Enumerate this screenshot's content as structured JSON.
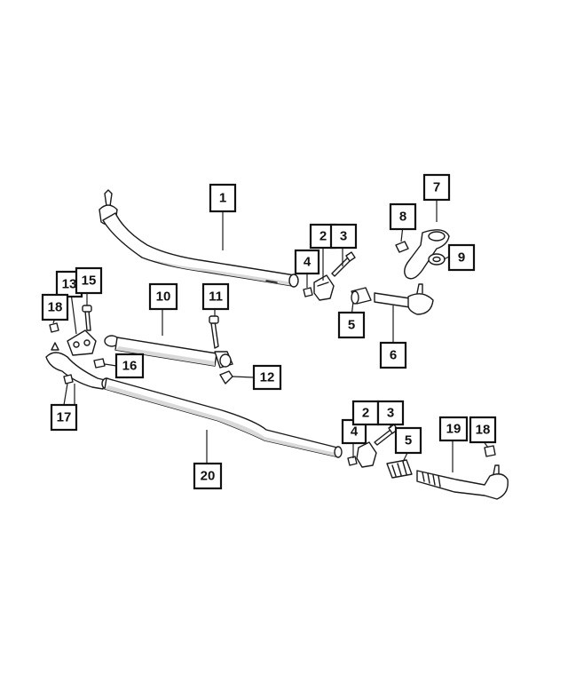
{
  "callouts": [
    {
      "id": "c1",
      "label": "1"
    },
    {
      "id": "c2a",
      "label": "2"
    },
    {
      "id": "c3a",
      "label": "3"
    },
    {
      "id": "c4a",
      "label": "4"
    },
    {
      "id": "c5a",
      "label": "5"
    },
    {
      "id": "c6",
      "label": "6"
    },
    {
      "id": "c7",
      "label": "7"
    },
    {
      "id": "c8",
      "label": "8"
    },
    {
      "id": "c9",
      "label": "9"
    },
    {
      "id": "c10",
      "label": "10"
    },
    {
      "id": "c11",
      "label": "11"
    },
    {
      "id": "c12",
      "label": "12"
    },
    {
      "id": "c13",
      "label": "13"
    },
    {
      "id": "c15",
      "label": "15"
    },
    {
      "id": "c18a",
      "label": "18"
    },
    {
      "id": "c16",
      "label": "16"
    },
    {
      "id": "c17",
      "label": "17"
    },
    {
      "id": "c20",
      "label": "20"
    },
    {
      "id": "c4b",
      "label": "4"
    },
    {
      "id": "c2b",
      "label": "2"
    },
    {
      "id": "c3b",
      "label": "3"
    },
    {
      "id": "c5b",
      "label": "5"
    },
    {
      "id": "c19",
      "label": "19"
    },
    {
      "id": "c18b",
      "label": "18"
    }
  ]
}
